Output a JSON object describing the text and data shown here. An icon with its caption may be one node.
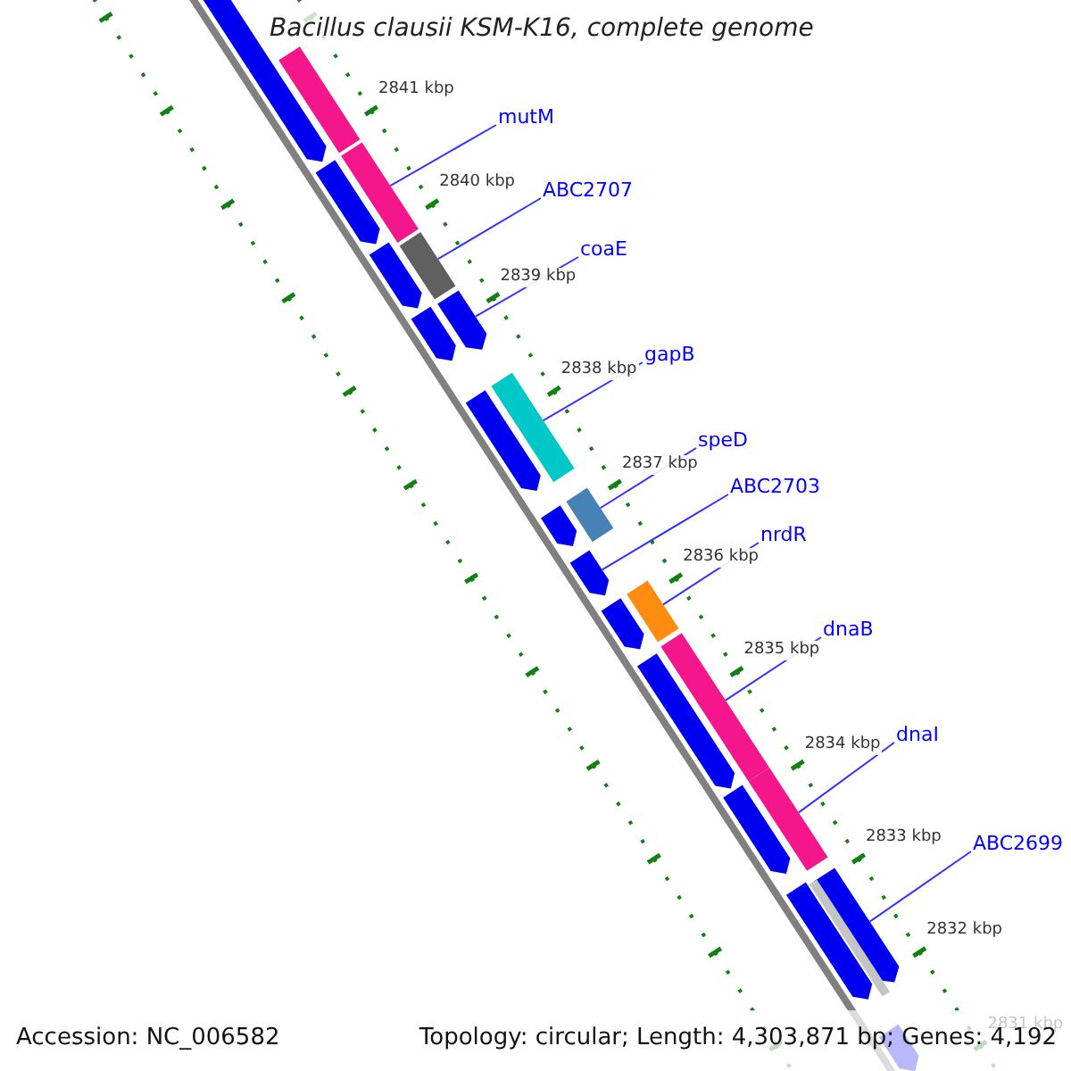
{
  "diagram": {
    "title": "Bacillus clausii KSM-K16, complete genome",
    "nodes": [
      {
        "text": [
          "mutM"
        ]
      },
      {
        "text": [
          "ABC2707"
        ]
      },
      {
        "text": [
          "coaE"
        ]
      },
      {
        "text": [
          "gapB"
        ]
      },
      {
        "text": [
          "speD"
        ]
      },
      {
        "text": [
          "ABC2703"
        ]
      },
      {
        "text": [
          "nrdR"
        ]
      },
      {
        "text": [
          "dnaB"
        ]
      },
      {
        "text": [
          "dnaI"
        ]
      },
      {
        "text": [
          "ABC2699"
        ]
      },
      {
        "text": [],
        "shape": "bar"
      },
      {
        "text": [],
        "shape": "bar"
      },
      {
        "text": [],
        "shape": "pentagon"
      },
      {
        "text": [],
        "shape": "bar"
      },
      {
        "text": [],
        "shape": "bar"
      },
      {
        "text": [],
        "shape": "pentagon"
      },
      {
        "text": [],
        "shape": "bar"
      },
      {
        "text": [],
        "shape": "bar"
      },
      {
        "text": [],
        "shape": "bar"
      },
      {
        "text": [],
        "shape": "pentagon"
      },
      {
        "text": [],
        "shape": "bar"
      },
      {
        "text": [],
        "shape": "pentagon"
      },
      {
        "text": [],
        "shape": "pentagon"
      },
      {
        "text": [],
        "shape": "pentagon"
      },
      {
        "text": [],
        "shape": "pentagon"
      },
      {
        "text": [],
        "shape": "pentagon"
      },
      {
        "text": [],
        "shape": "pentagon"
      },
      {
        "text": [],
        "shape": "pentagon"
      },
      {
        "text": [],
        "shape": "pentagon"
      },
      {
        "text": [],
        "shape": "pentagon"
      },
      {
        "text": [],
        "shape": "pentagon"
      },
      {
        "text": [],
        "shape": "bar"
      },
      {
        "text": [],
        "shape": "pentagon"
      }
    ],
    "edges": [
      {
        "from": 0,
        "to": 10,
        "arrow": "none"
      },
      {
        "from": 1,
        "to": 11,
        "arrow": "none"
      },
      {
        "from": 2,
        "to": 12,
        "arrow": "none"
      },
      {
        "from": 3,
        "to": 13,
        "arrow": "none"
      },
      {
        "from": 4,
        "to": 14,
        "arrow": "none"
      },
      {
        "from": 5,
        "to": 15,
        "arrow": "none"
      },
      {
        "from": 6,
        "to": 16,
        "arrow": "none"
      },
      {
        "from": 7,
        "to": 17,
        "arrow": "none"
      },
      {
        "from": 8,
        "to": 18,
        "arrow": "none"
      },
      {
        "from": 9,
        "to": 19,
        "arrow": "none"
      }
    ],
    "labels": [
      "2841 kbp",
      "2840 kbp",
      "2839 kbp",
      "2838 kbp",
      "2837 kbp",
      "2836 kbp",
      "2835 kbp",
      "2834 kbp",
      "2833 kbp",
      "2832 kbp",
      "2831 kbp",
      "Accession: NC_006582",
      "Topology: circular; Length: 4,303,871 bp; Genes: 4,192"
    ]
  }
}
